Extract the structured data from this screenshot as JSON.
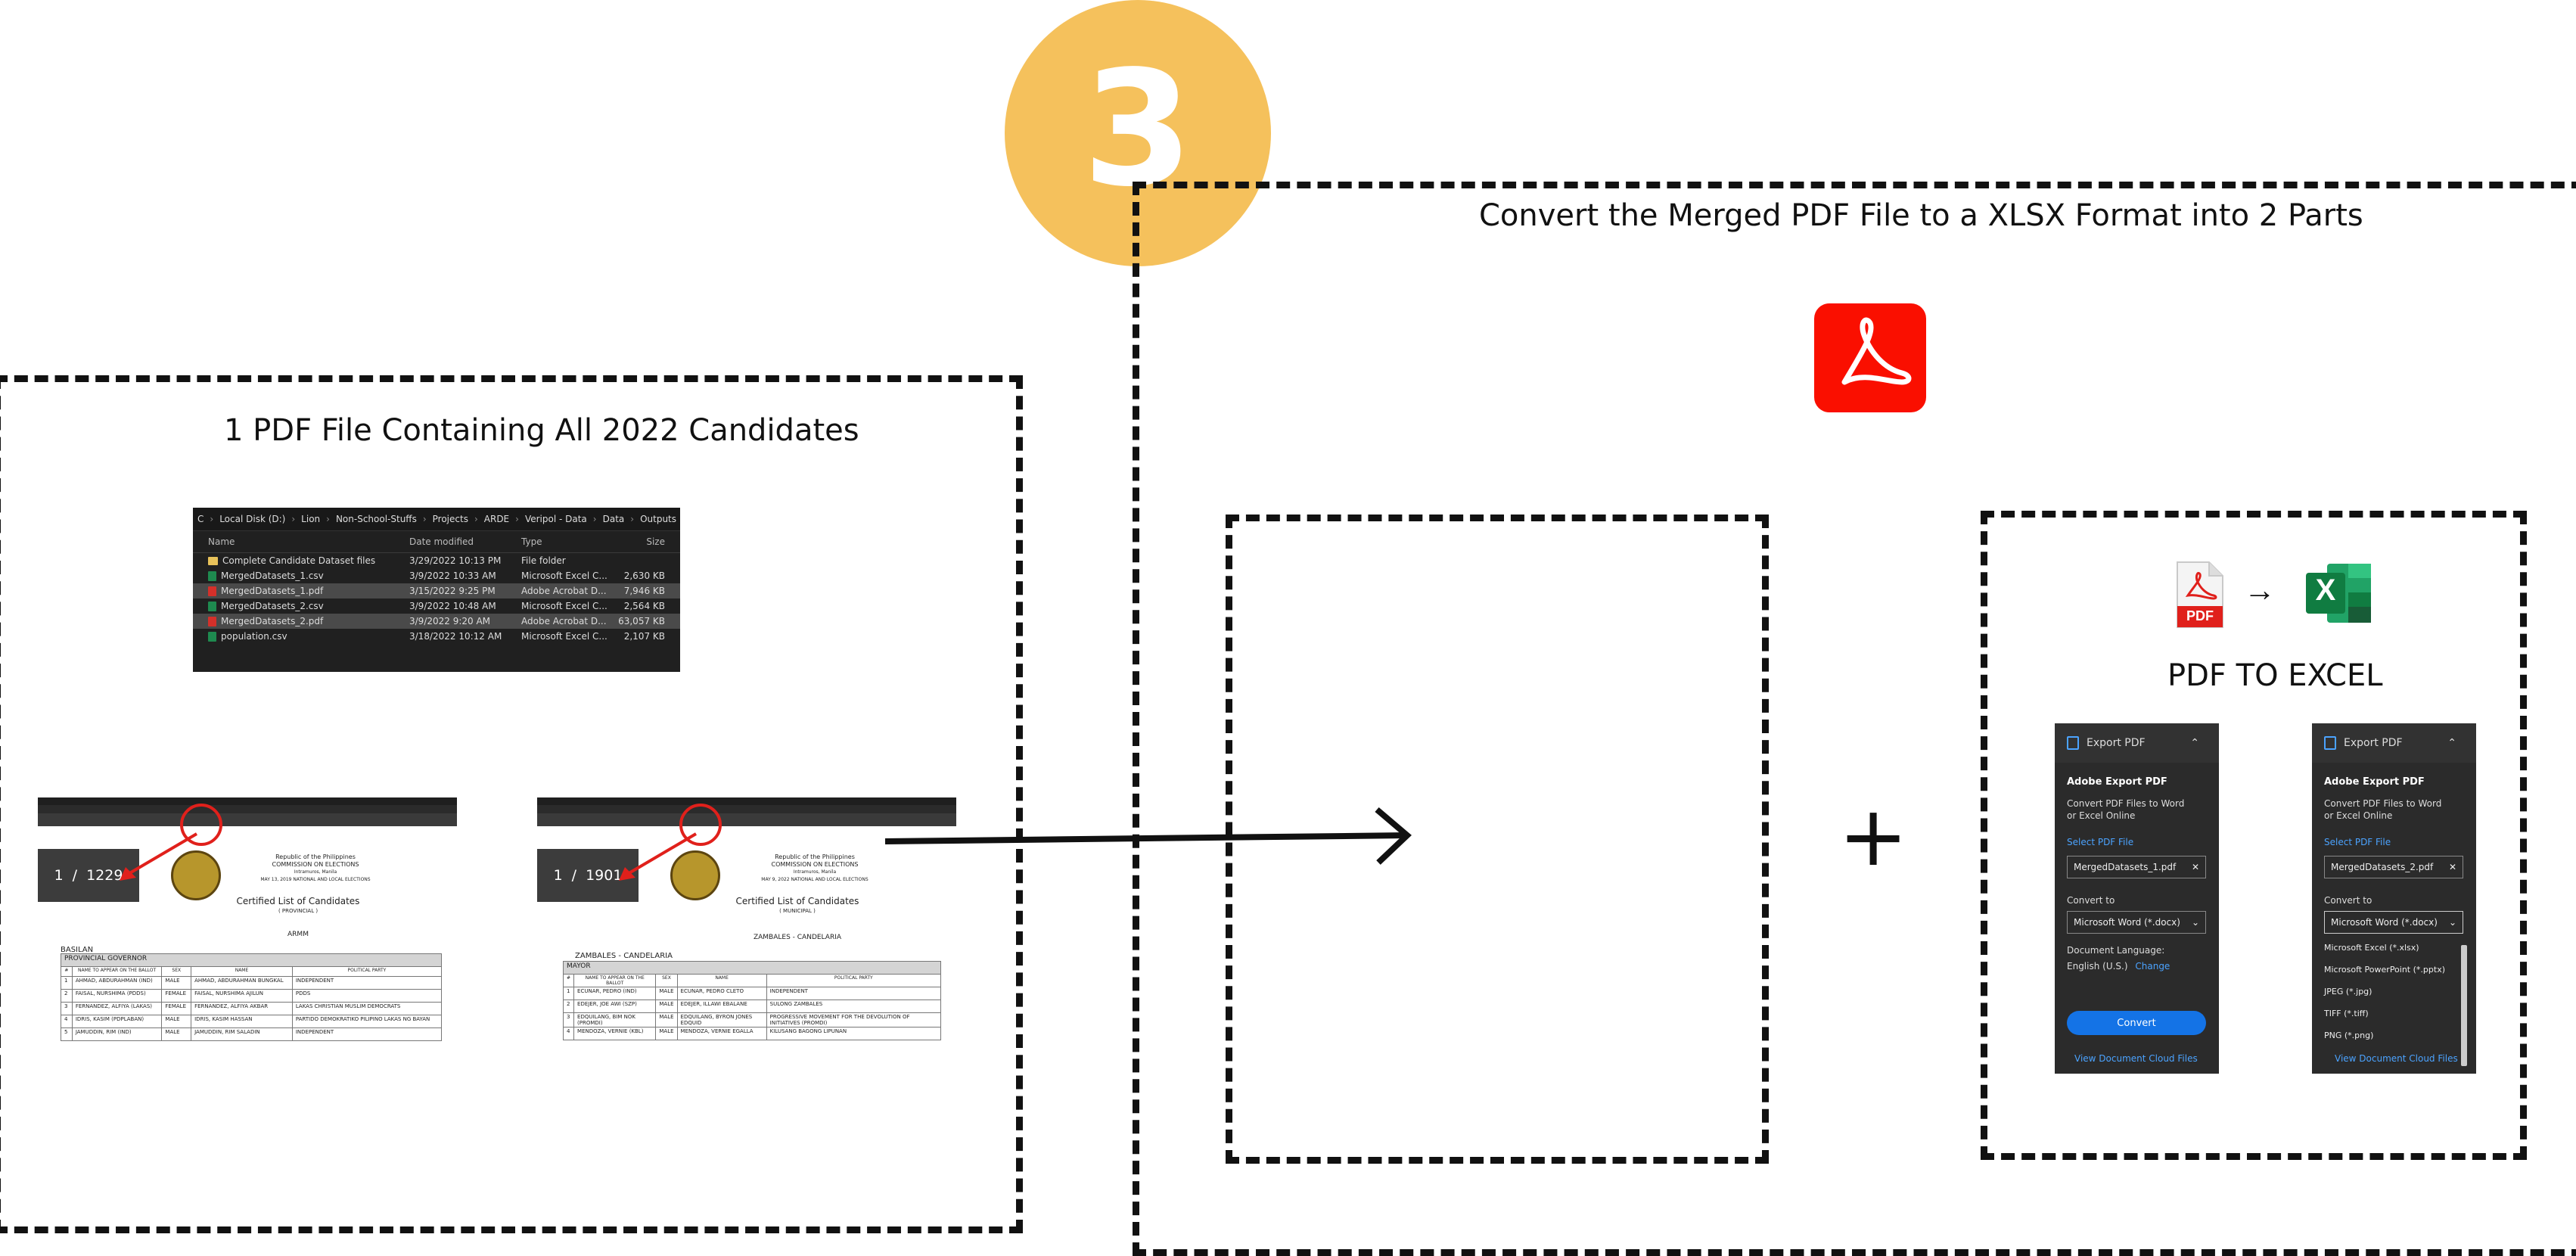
{
  "step": {
    "number": "3"
  },
  "left_section": {
    "title": "1 PDF File Containing All 2022 Candidates",
    "explorer": {
      "breadcrumbs": [
        "C",
        "Local Disk (D:)",
        "Lion",
        "Non-School-Stuffs",
        "Projects",
        "ARDE",
        "Veripol - Data",
        "Data",
        "Outputs"
      ],
      "columns": [
        "Name",
        "Date modified",
        "Type",
        "Size"
      ],
      "rows": [
        {
          "icon": "folder-icon",
          "name": "Complete Candidate Dataset files",
          "date": "3/29/2022 10:13 PM",
          "type": "File folder",
          "size": ""
        },
        {
          "icon": "csv-icon",
          "name": "MergedDatasets_1.csv",
          "date": "3/9/2022 10:33 AM",
          "type": "Microsoft Excel C...",
          "size": "2,630 KB"
        },
        {
          "icon": "pdf-icon",
          "name": "MergedDatasets_1.pdf",
          "date": "3/15/2022 9:25 PM",
          "type": "Adobe Acrobat D...",
          "size": "7,946 KB",
          "selected": true
        },
        {
          "icon": "csv-icon",
          "name": "MergedDatasets_2.csv",
          "date": "3/9/2022 10:48 AM",
          "type": "Microsoft Excel C...",
          "size": "2,564 KB"
        },
        {
          "icon": "pdf-icon",
          "name": "MergedDatasets_2.pdf",
          "date": "3/9/2022 9:20 AM",
          "type": "Adobe Acrobat D...",
          "size": "63,057 KB",
          "selected": true
        },
        {
          "icon": "csv-icon",
          "name": "population.csv",
          "date": "3/18/2022 10:12 AM",
          "type": "Microsoft Excel C...",
          "size": "2,107 KB"
        }
      ]
    },
    "pdf_pages": [
      {
        "page_current": "1",
        "page_sep": "/",
        "page_total": "1229",
        "header_lines": [
          "Republic of the Philippines",
          "COMMISSION ON ELECTIONS",
          "Intramuros, Manila",
          "MAY 13, 2019 NATIONAL AND LOCAL ELECTIONS"
        ],
        "list_title": "Certified List of Candidates",
        "list_sub": "( PROVINCIAL )",
        "region": "ARMM",
        "province": "BASILAN",
        "position": "PROVINCIAL GOVERNOR",
        "table_headers": [
          "#",
          "NAME TO APPEAR ON THE BALLOT",
          "SEX",
          "NAME",
          "POLITICAL PARTY"
        ],
        "rows": [
          [
            "1",
            "AHMAD, ABDURAHMAN (IND)",
            "MALE",
            "AHMAD, ABDURAHMAN BUNGKAL",
            "INDEPENDENT"
          ],
          [
            "2",
            "FAISAL, NURSHIMA (PDDS)",
            "FEMALE",
            "FAISAL, NURSHIMA AJILUN",
            "PDDS"
          ],
          [
            "3",
            "FERNANDEZ, ALFIYA (LAKAS)",
            "FEMALE",
            "FERNANDEZ, ALFIYA AKBAR",
            "LAKAS CHRISTIAN MUSLIM DEMOCRATS"
          ],
          [
            "4",
            "IDRIS, KASIM (PDPLABAN)",
            "MALE",
            "IDRIS, KASIM HASSAN",
            "PARTIDO DEMOKRATIKO PILIPINO LAKAS NG BAYAN"
          ],
          [
            "5",
            "JAMUDDIN, RIM (IND)",
            "MALE",
            "JAMUDDIN, RIM SALADIN",
            "INDEPENDENT"
          ]
        ]
      },
      {
        "page_current": "1",
        "page_sep": "/",
        "page_total": "1901",
        "header_lines": [
          "Republic of the Philippines",
          "COMMISSION ON ELECTIONS",
          "Intramuros, Manila",
          "MAY 9, 2022 NATIONAL AND LOCAL ELECTIONS"
        ],
        "list_title": "Certified List of Candidates",
        "list_sub": "( MUNICIPAL )",
        "region": "ZAMBALES - CANDELARIA",
        "province": "ZAMBALES - CANDELARIA",
        "position": "MAYOR",
        "table_headers": [
          "#",
          "NAME TO APPEAR ON THE BALLOT",
          "SEX",
          "NAME",
          "POLITICAL PARTY"
        ],
        "rows": [
          [
            "1",
            "ECUNAR, PEDRO (IND)",
            "MALE",
            "ECUNAR, PEDRO CLETO",
            "INDEPENDENT"
          ],
          [
            "2",
            "EDEJER, JOE AWI (SZP)",
            "MALE",
            "EDEJER, ILLAWI EBALANE",
            "SULONG ZAMBALES"
          ],
          [
            "3",
            "EDQUILANG, BIM NOK (PROMDI)",
            "MALE",
            "EDQUILANG, BYRON JONES EDQUID",
            "PROGRESSIVE MOVEMENT FOR THE DEVOLUTION OF INITIATIVES (PROMDI)"
          ],
          [
            "4",
            "MENDOZA, VERNIE (KBL)",
            "MALE",
            "MENDOZA, VERNIE EGALLA",
            "KILUSANG BAGONG LIPUNAN"
          ]
        ]
      }
    ]
  },
  "right_section": {
    "title": "Convert the Merged PDF File to a XLSX Format into 2 Parts",
    "plus": "+",
    "pdf_to_excel_label": "PDF TO EXCEL",
    "pdf_icon_text": "PDF",
    "excel_icon_letter": "X",
    "arrow_glyph": "→",
    "panels": [
      {
        "header": "Export PDF",
        "title": "Adobe Export PDF",
        "desc": "Convert PDF Files to Word or Excel Online",
        "select_link": "Select PDF File",
        "file_name": "MergedDatasets_1.pdf",
        "convert_to_label": "Convert to",
        "convert_to_value": "Microsoft Word (*.docx)",
        "doc_lang_label": "Document Language:",
        "doc_lang_value": "English (U.S.)",
        "change_link": "Change",
        "convert_button": "Convert",
        "cloud_link": "View Document Cloud Files"
      },
      {
        "header": "Export PDF",
        "title": "Adobe Export PDF",
        "desc": "Convert PDF Files to Word or Excel Online",
        "select_link": "Select PDF File",
        "file_name": "MergedDatasets_2.pdf",
        "convert_to_label": "Convert to",
        "convert_to_value": "Microsoft Word (*.docx)",
        "options": [
          "Microsoft Excel (*.xlsx)",
          "Microsoft PowerPoint (*.pptx)",
          "JPEG (*.jpg)",
          "TIFF (*.tiff)",
          "PNG (*.png)"
        ],
        "cloud_link": "View Document Cloud Files"
      }
    ]
  },
  "colors": {
    "step_circle": "#f5c15c",
    "acrobat_red": "#fa0f00",
    "excel_green": "#1e7145",
    "adobe_blue": "#1473e6",
    "annotation_red": "#e0201b"
  }
}
